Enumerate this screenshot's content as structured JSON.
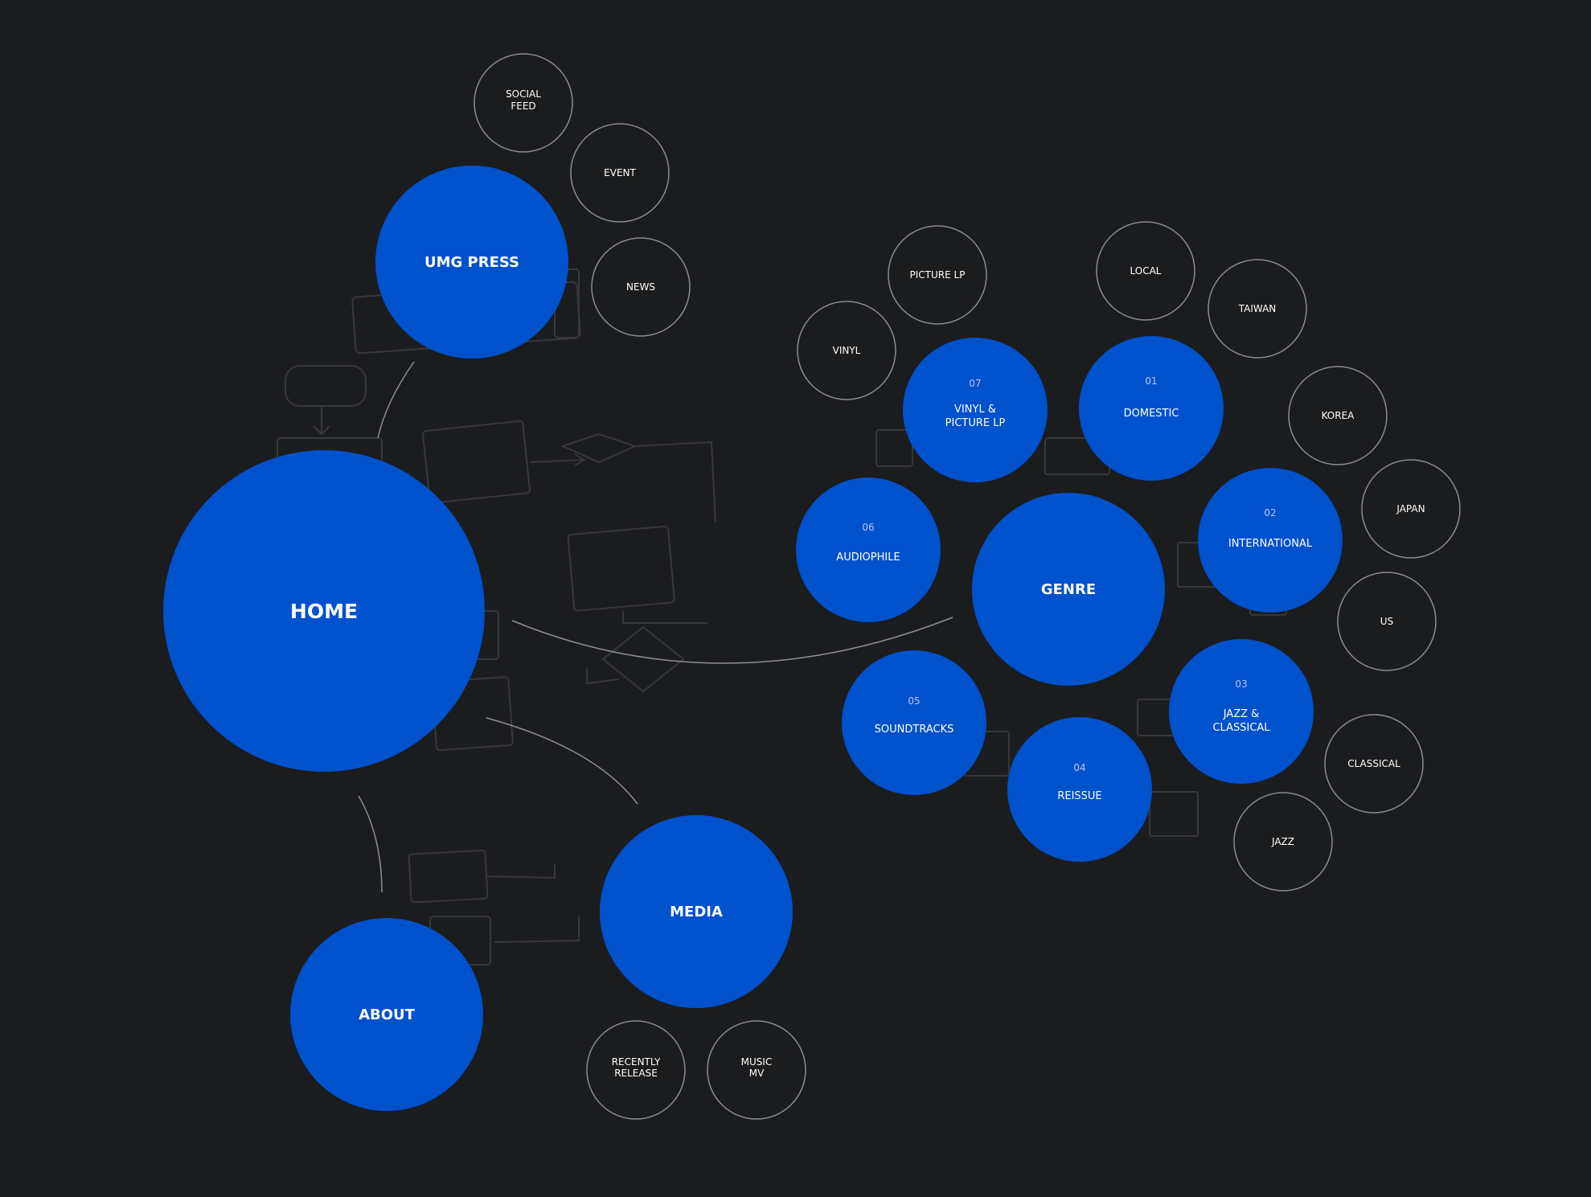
{
  "colors": {
    "background": "#1b1c1e",
    "primary_node": "#0051cc",
    "outline_node": "#8a8c90",
    "label": "#ffffff"
  },
  "nodes": {
    "home": "HOME",
    "umg_press": "UMG PRESS",
    "media": "MEDIA",
    "about": "ABOUT",
    "genre": "GENRE",
    "social_feed": [
      "SOCIAL",
      "FEED"
    ],
    "event": "EVENT",
    "news": "NEWS",
    "recently_release": [
      "RECENTLY",
      "RELEASE"
    ],
    "music_mv": [
      "MUSIC",
      "MV"
    ],
    "domestic": {
      "number": "01",
      "label": "DOMESTIC"
    },
    "international": {
      "number": "02",
      "label": "INTERNATIONAL"
    },
    "jazz_classical": {
      "number": "03",
      "label": [
        "JAZZ &",
        "CLASSICAL"
      ]
    },
    "reissue": {
      "number": "04",
      "label": "REISSUE"
    },
    "soundtracks": {
      "number": "05",
      "label": "SOUNDTRACKS"
    },
    "audiophile": {
      "number": "06",
      "label": "AUDIOPHILE"
    },
    "vinyl_picture_lp": {
      "number": "07",
      "label": [
        "VINYL &",
        "PICTURE LP"
      ]
    },
    "picture_lp": "PICTURE LP",
    "vinyl": "VINYL",
    "local": "LOCAL",
    "taiwan": "TAIWAN",
    "korea": "KOREA",
    "japan": "JAPAN",
    "us": "US",
    "classical": "CLASSICAL",
    "jazz": "JAZZ"
  }
}
